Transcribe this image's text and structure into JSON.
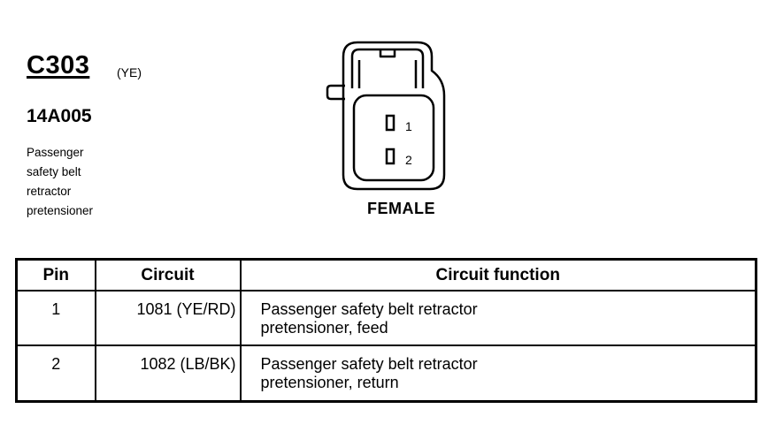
{
  "header": {
    "connector_id": "C303",
    "color_code": "(YE)",
    "part_number": "14A005",
    "description_lines": [
      "Passenger",
      "safety belt",
      "retractor",
      "pretensioner"
    ]
  },
  "connector": {
    "gender": "FEMALE",
    "pin_labels": [
      "1",
      "2"
    ]
  },
  "table": {
    "headers": [
      "Pin",
      "Circuit",
      "Circuit function"
    ],
    "rows": [
      {
        "pin": "1",
        "circuit": "1081 (YE/RD)",
        "function_lines": [
          "Passenger safety belt retractor",
          "pretensioner, feed"
        ]
      },
      {
        "pin": "2",
        "circuit": "1082 (LB/BK)",
        "function_lines": [
          "Passenger safety belt retractor",
          "pretensioner, return"
        ]
      }
    ]
  }
}
